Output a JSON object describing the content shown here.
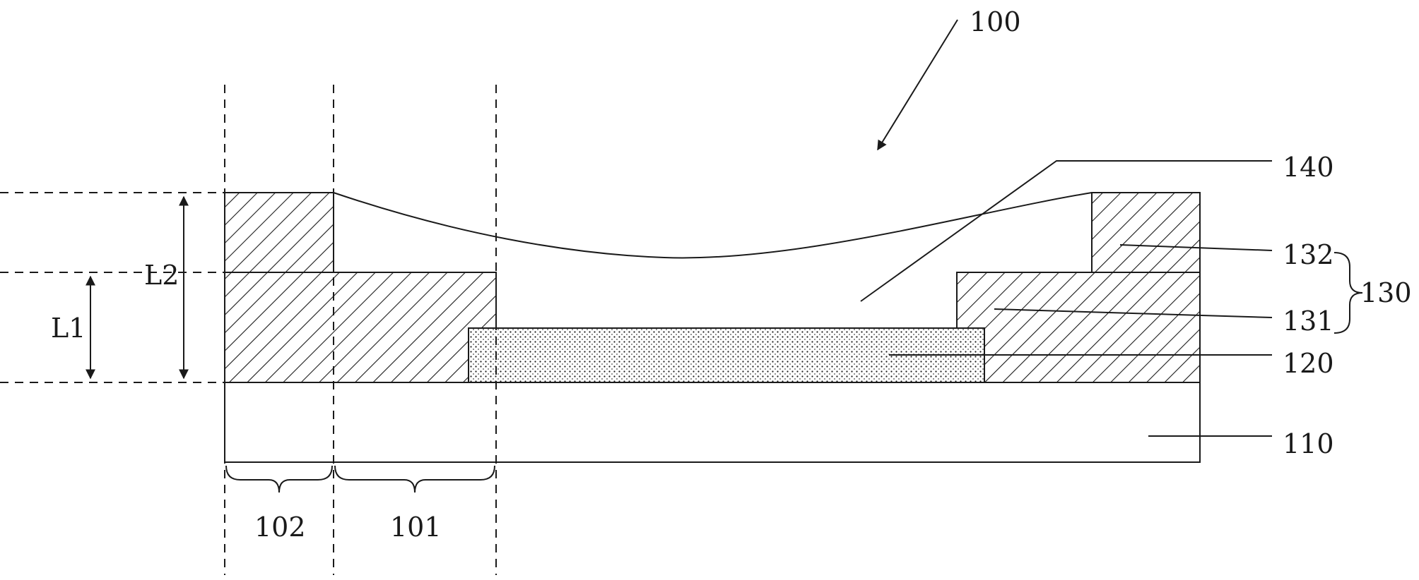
{
  "labels": {
    "device": "100",
    "region_101": "101",
    "region_102": "102",
    "substrate": "110",
    "layer_120": "120",
    "layer_130": "130",
    "layer_131": "131",
    "layer_132": "132",
    "layer_140": "140",
    "dim_l1": "L1",
    "dim_l2": "L2"
  }
}
